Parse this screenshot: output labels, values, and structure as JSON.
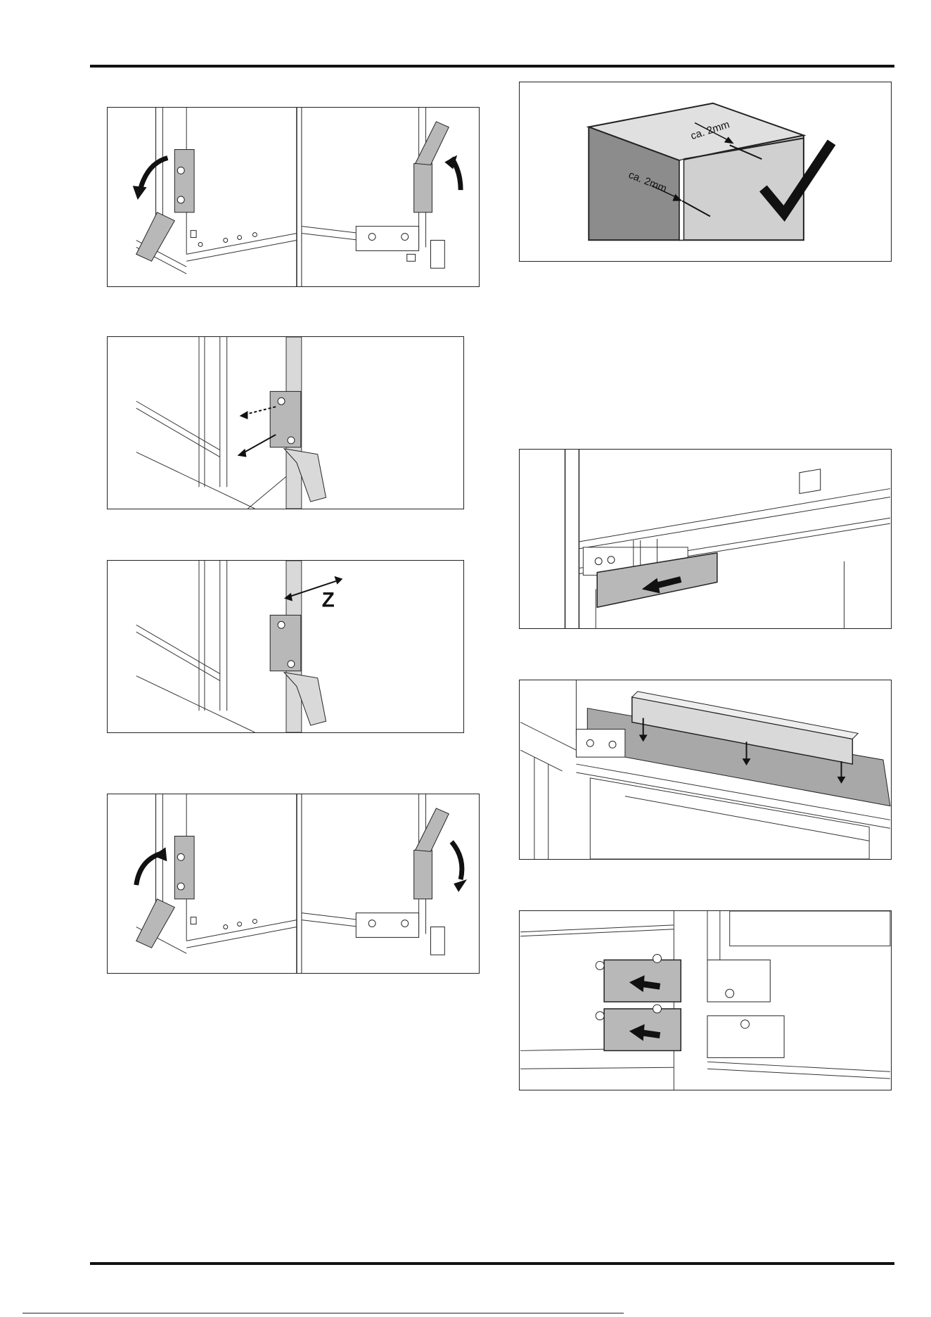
{
  "figures": {
    "gap_top": {
      "label": "ca. 2mm"
    },
    "gap_side": {
      "label": "ca. 2mm"
    },
    "adjust_axis": {
      "label": "Z"
    }
  },
  "colors": {
    "ink": "#111111",
    "panel_grey": "#b8b8b8",
    "light_grey": "#d9d9d9",
    "dark_grey": "#8c8c8c"
  }
}
